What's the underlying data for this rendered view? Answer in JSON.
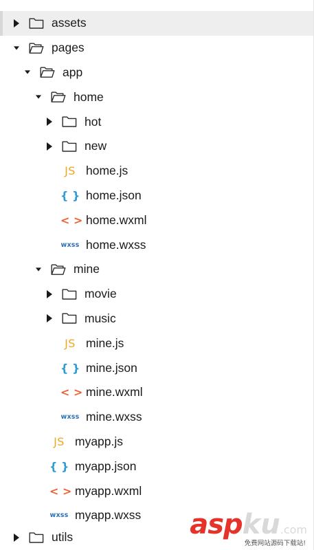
{
  "tree": [
    {
      "type": "folder",
      "name": "assets",
      "level": 1,
      "expanded": false,
      "selected": true
    },
    {
      "type": "folder",
      "name": "pages",
      "level": 1,
      "expanded": true
    },
    {
      "type": "folder",
      "name": "app",
      "level": 2,
      "expanded": true
    },
    {
      "type": "folder",
      "name": "home",
      "level": 3,
      "expanded": true
    },
    {
      "type": "folder",
      "name": "hot",
      "level": 4,
      "expanded": false
    },
    {
      "type": "folder",
      "name": "new",
      "level": 4,
      "expanded": false
    },
    {
      "type": "file",
      "name": "home.js",
      "level": 4,
      "icon": "JS",
      "kind": "js"
    },
    {
      "type": "file",
      "name": "home.json",
      "level": 4,
      "icon": "{ }",
      "kind": "json"
    },
    {
      "type": "file",
      "name": "home.wxml",
      "level": 4,
      "icon": "< >",
      "kind": "wxml"
    },
    {
      "type": "file",
      "name": "home.wxss",
      "level": 4,
      "icon": "wxss",
      "kind": "wxss"
    },
    {
      "type": "folder",
      "name": "mine",
      "level": 3,
      "expanded": true
    },
    {
      "type": "folder",
      "name": "movie",
      "level": 4,
      "expanded": false
    },
    {
      "type": "folder",
      "name": "music",
      "level": 4,
      "expanded": false
    },
    {
      "type": "file",
      "name": "mine.js",
      "level": 4,
      "icon": "JS",
      "kind": "js"
    },
    {
      "type": "file",
      "name": "mine.json",
      "level": 4,
      "icon": "{ }",
      "kind": "json"
    },
    {
      "type": "file",
      "name": "mine.wxml",
      "level": 4,
      "icon": "< >",
      "kind": "wxml"
    },
    {
      "type": "file",
      "name": "mine.wxss",
      "level": 4,
      "icon": "wxss",
      "kind": "wxss"
    },
    {
      "type": "file",
      "name": "myapp.js",
      "level": 3,
      "icon": "JS",
      "kind": "js"
    },
    {
      "type": "file",
      "name": "myapp.json",
      "level": 3,
      "icon": "{ }",
      "kind": "json"
    },
    {
      "type": "file",
      "name": "myapp.wxml",
      "level": 3,
      "icon": "< >",
      "kind": "wxml"
    },
    {
      "type": "file",
      "name": "myapp.wxss",
      "level": 3,
      "icon": "wxss",
      "kind": "wxss"
    },
    {
      "type": "folder",
      "name": "utils",
      "level": 1,
      "expanded": false
    }
  ],
  "watermark": {
    "logo_primary": "asp",
    "logo_secondary": "ku",
    "logo_suffix": ".com",
    "tagline": "免费网站源码下载站!"
  },
  "colors": {
    "js": "#f2a51f",
    "json": "#2c9bd6",
    "wxml": "#ef6136",
    "wxss": "#2b72b8",
    "logo_red": "#e4332b"
  }
}
